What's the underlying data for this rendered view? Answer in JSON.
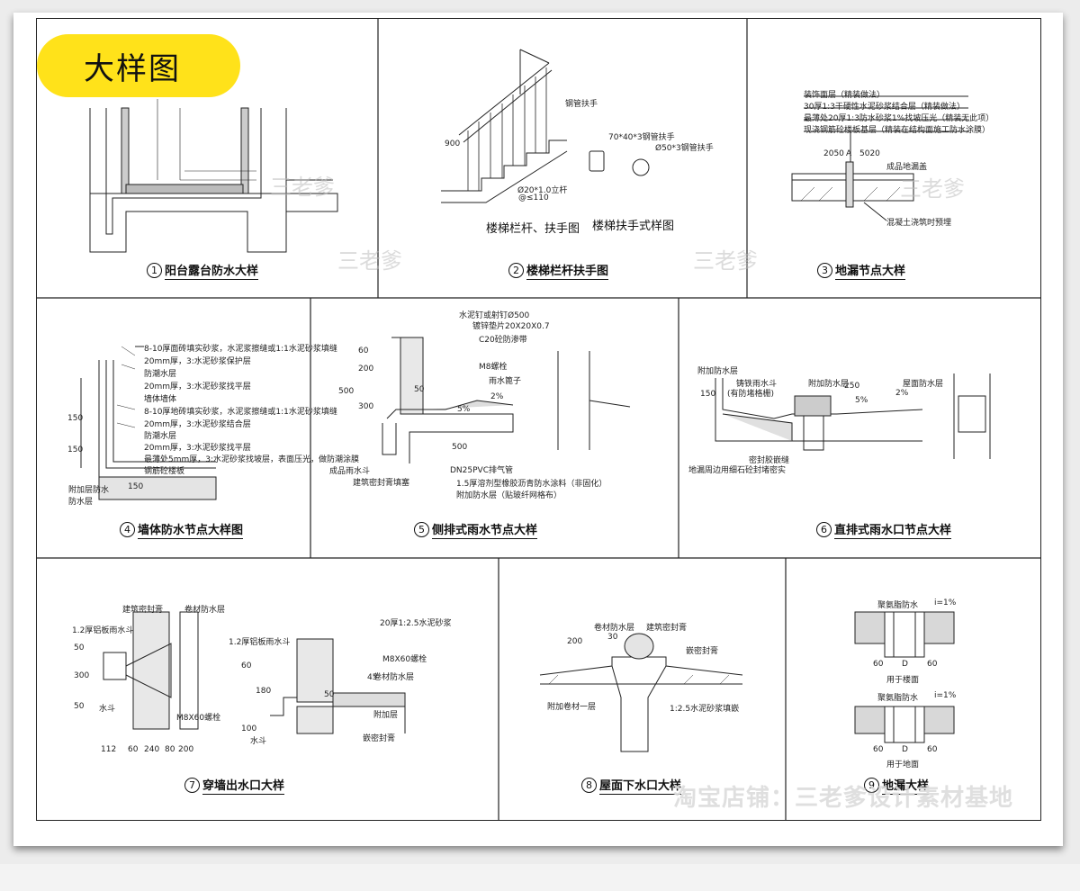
{
  "title_badge": "大样图",
  "watermarks": {
    "primary": "三老爹",
    "shop": "淘宝店铺：三老爹设计素材基地"
  },
  "colors": {
    "badge": "#ffe21a",
    "line": "#222222",
    "paper": "#ffffff"
  },
  "panels": [
    {
      "num": "1",
      "caption": "阳台露台防水大样"
    },
    {
      "num": "2",
      "caption": "楼梯栏杆扶手图"
    },
    {
      "num": "3",
      "caption": "地漏节点大样"
    },
    {
      "num": "4",
      "caption": "墙体防水节点大样图"
    },
    {
      "num": "5",
      "caption": "侧排式雨水节点大样"
    },
    {
      "num": "6",
      "caption": "直排式雨水口节点大样"
    },
    {
      "num": "7",
      "caption": "穿墙出水口大样"
    },
    {
      "num": "8",
      "caption": "屋面下水口大样"
    },
    {
      "num": "9",
      "caption": "地漏大样"
    }
  ],
  "panel2": {
    "sub1": "楼梯栏杆、扶手图",
    "sub2": "楼梯扶手式样图",
    "note_rail": "钢管扶手",
    "note_box": "70*40*3钢管扶手",
    "note_round": "Ø50*3钢管扶手",
    "note_post": "Ø20*1.0立杆",
    "note_spacing": "@≤110",
    "dim_900": "900"
  },
  "panel3": {
    "l1": "装饰面层（精装做法）",
    "l2": "30厚1:3干硬性水泥砂浆结合层（精装做法）",
    "l3": "最薄处20厚1:3防水砂浆1%找坡压光（精装无此项）",
    "l4": "现浇钢筋砼楼板基层（精装在结构面施工防水涂膜）",
    "drain": "成品地漏盖",
    "bottom": "混凝土浇筑时预埋",
    "d1": "2050",
    "d2": "A",
    "d3": "5020"
  },
  "panel4": {
    "l1": "8-10厚面砖填实砂浆，水泥浆擦缝或1:1水泥砂浆填缝",
    "l2": "20mm厚，3:水泥砂浆保护层",
    "l3": "防潮水层",
    "l4": "20mm厚，3:水泥砂浆找平层",
    "l5": "墙体墙体",
    "l6": "8-10厚地砖填实砂浆，水泥浆擦缝或1:1水泥砂浆填缝",
    "l7": "20mm厚，3:水泥砂浆结合层",
    "l8": "防潮水层",
    "l9": "20mm厚，3:水泥砂浆找平层",
    "l10": "最薄处5mm厚，3:水泥砂浆找坡层，表面压光，做防潮涂膜",
    "l11": "钢筋砼楼板",
    "side1": "附加层防水",
    "side2": "防水层",
    "d150a": "150",
    "d150b": "150",
    "d150c": "150"
  },
  "panel5": {
    "l1": "水泥钉或射钉Ø500",
    "l2": "镀锌垫片20X20X0.7",
    "l3": "C20砼防渗带",
    "l4": "M8螺栓",
    "l5": "雨水篦子",
    "l6": "成品雨水斗",
    "l7": "建筑密封膏填塞",
    "l8": "DN25PVC排气管",
    "l9": "1.5厚溶剂型橡胶沥青防水涂料（非固化）",
    "l10": "附加防水层（贴玻纤网格布）",
    "d500a": "500",
    "d300": "300",
    "d200": "200",
    "d60": "60",
    "d50": "50",
    "d500b": "500",
    "slope1": "5%",
    "slope2": "2%"
  },
  "panel6": {
    "l1": "附加防水层",
    "l2": "铸铁雨水斗",
    "l3": "(有防堵格栅)",
    "l4": "附加防水层",
    "l5": "屋面防水层",
    "l6": "密封胶嵌缝",
    "l7": "地漏周边用细石砼封堵密实",
    "d150": "150",
    "d250": "250",
    "slope1": "5%",
    "slope2": "2%"
  },
  "panel7": {
    "l1": "1.2厚铝板雨水斗",
    "l2": "建筑密封膏",
    "l3": "卷材防水层",
    "l4": "M8X60螺栓",
    "l5": "水斗",
    "l6": "1.2厚铝板雨水斗",
    "l7": "20厚1:2.5水泥砂浆",
    "l8": "M8X60螺栓",
    "l9": "卷材防水层",
    "l10": "附加层",
    "l11": "嵌密封膏",
    "l12": "水斗",
    "dims_bottom": [
      "112",
      "60",
      "240",
      "80",
      "200"
    ],
    "d50a": "50",
    "d300": "300",
    "d50b": "50",
    "d60": "60",
    "d180": "180",
    "d100": "100",
    "d45": "45",
    "d50c": "50"
  },
  "panel8": {
    "l1": "卷材防水层",
    "l2": "建筑密封膏",
    "l3": "嵌密封膏",
    "l4": "附加卷材一层",
    "l5": "1:2.5水泥砂浆填嵌",
    "d200": "200",
    "d30": "30"
  },
  "panel9": {
    "l1": "聚氨脂防水",
    "l2": "i=1%",
    "l3": "用于楼面",
    "l4": "聚氨脂防水",
    "l5": "i=1%",
    "l6": "用于地面",
    "d60a": "60",
    "dD1": "D",
    "d60b": "60",
    "d60c": "60",
    "dD2": "D",
    "d60d": "60"
  }
}
